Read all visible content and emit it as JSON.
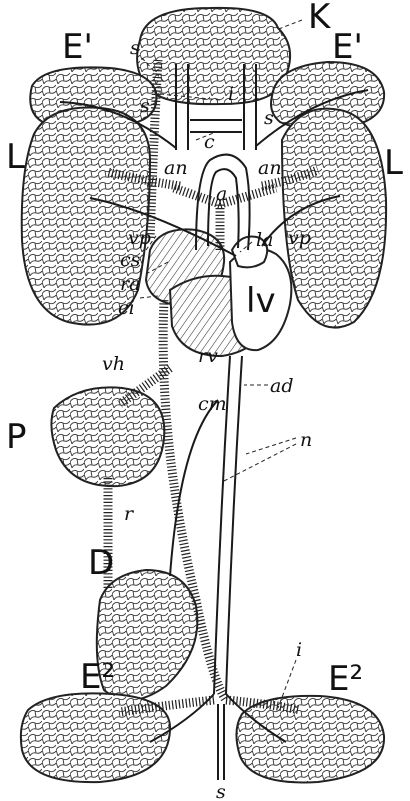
{
  "labels": {
    "K": "K",
    "E1_left": "E'",
    "E1_right": "E'",
    "s_top": "s",
    "s_left": "s",
    "s_right": "s",
    "i_top": "i",
    "c": "c",
    "an_left": "an",
    "an_right": "an",
    "a": "a",
    "L_left": "L",
    "L_right": "L",
    "la": "la",
    "vp_left": "vp",
    "vp_right": "vp",
    "cs": "cs",
    "ra": "ra",
    "ci": "ci",
    "lv": "lv",
    "rv": "rv",
    "vh": "vh",
    "ad": "ad",
    "cm": "cm",
    "P": "P",
    "n": "n",
    "r": "r",
    "D": "D",
    "i_bottom": "i",
    "E2_left": "E²",
    "E2_right": "E²",
    "s_bottom": "s"
  }
}
